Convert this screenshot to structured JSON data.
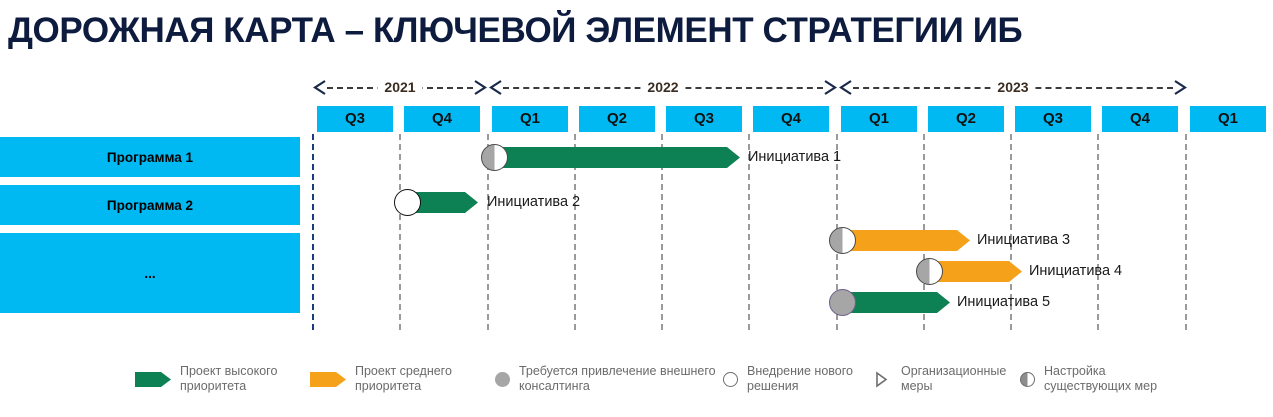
{
  "title": "ДОРОЖНАЯ КАРТА – КЛЮЧЕВОЙ ЭЛЕМЕНТ СТРАТЕГИИ ИБ",
  "colors": {
    "title": "#0d1b3e",
    "cyan": "#00b9f2",
    "green": "#0d8054",
    "orange": "#f5a11a",
    "gray_marker": "#a6a6a6",
    "gridline": "#9a9a9a",
    "gridline_accent": "#1b3a80",
    "legend_text": "#6b6b6b"
  },
  "timeline": {
    "years": [
      {
        "label": "2021",
        "quarters": [
          "Q3",
          "Q4"
        ]
      },
      {
        "label": "2022",
        "quarters": [
          "Q1",
          "Q2",
          "Q3",
          "Q4"
        ]
      },
      {
        "label": "2023",
        "quarters": [
          "Q1",
          "Q2",
          "Q3",
          "Q4"
        ]
      },
      {
        "label": "",
        "quarters": [
          "Q1"
        ]
      }
    ],
    "quarter_labels": [
      "Q3",
      "Q4",
      "Q1",
      "Q2",
      "Q3",
      "Q4",
      "Q1",
      "Q2",
      "Q3",
      "Q4",
      "Q1"
    ]
  },
  "programs": [
    {
      "label": "Программа 1"
    },
    {
      "label": "Программа 2"
    },
    {
      "label": "..."
    }
  ],
  "initiatives": [
    {
      "label": "Инициатива 1",
      "priority": "high",
      "color": "#0d8054",
      "marker": "tune",
      "start_quarter": "2022 Q1",
      "end_quarter": "2022 Q3"
    },
    {
      "label": "Инициатива 2",
      "priority": "high",
      "color": "#0d8054",
      "marker": "newsol",
      "start_quarter": "2021 Q4",
      "end_quarter": "2021 Q4"
    },
    {
      "label": "Инициатива 3",
      "priority": "medium",
      "color": "#f5a11a",
      "marker": "tune",
      "start_quarter": "2023 Q1",
      "end_quarter": "2023 Q2"
    },
    {
      "label": "Инициатива 4",
      "priority": "medium",
      "color": "#f5a11a",
      "marker": "tune",
      "start_quarter": "2023 Q2",
      "end_quarter": "2023 Q3"
    },
    {
      "label": "Инициатива 5",
      "priority": "high",
      "color": "#0d8054",
      "marker": "consult",
      "start_quarter": "2023 Q1",
      "end_quarter": "2023 Q2"
    }
  ],
  "legend": [
    {
      "type": "arrow-green",
      "line1": "Проект высокого",
      "line2": "приоритета"
    },
    {
      "type": "arrow-orange",
      "line1": "Проект среднего",
      "line2": "приоритета"
    },
    {
      "type": "dot-filled",
      "line1": "Требуется привлечение внешнего",
      "line2": "консалтинга"
    },
    {
      "type": "dot-hollow",
      "line1": "Внедрение нового",
      "line2": "решения"
    },
    {
      "type": "arrow-outline",
      "line1": "Организационные",
      "line2": "меры"
    },
    {
      "type": "dot-half",
      "line1": "Настройка",
      "line2": "существующих мер"
    }
  ]
}
